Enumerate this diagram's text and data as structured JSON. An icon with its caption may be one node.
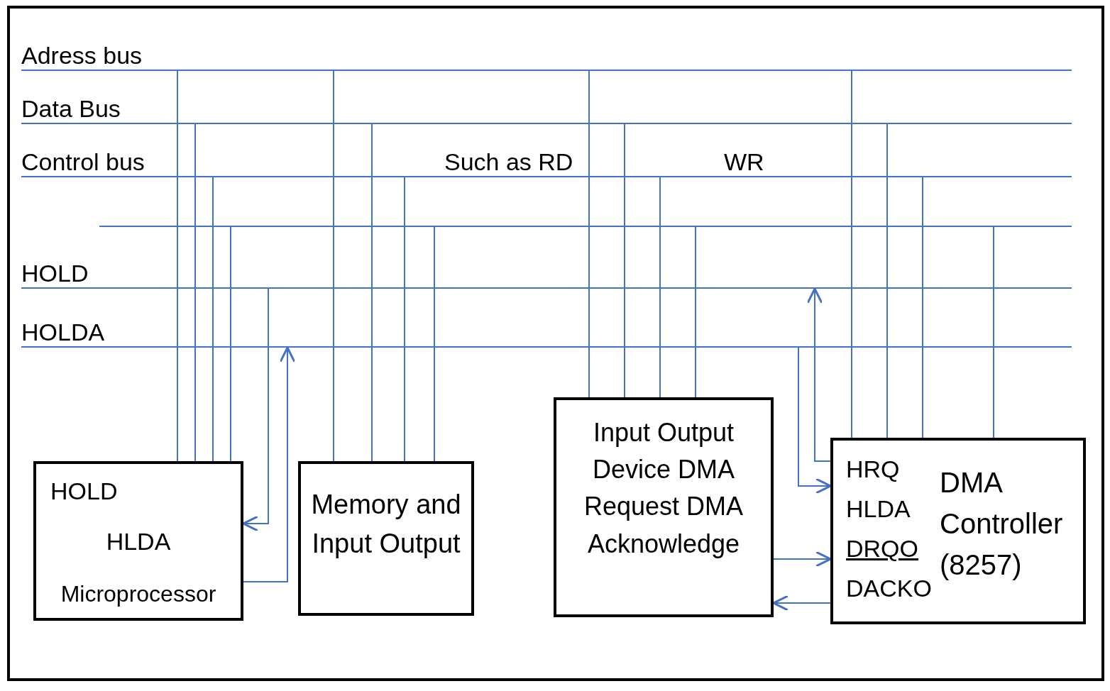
{
  "diagram": {
    "nodes": [
      {
        "text": [],
        "shape": "bar",
        "beside": [
          "Adress bus"
        ]
      },
      {
        "text": [],
        "shape": "bar",
        "beside": [
          "Data Bus"
        ]
      },
      {
        "text": [],
        "shape": "bar",
        "beside": [
          "Control bus",
          "Such as RD",
          "WR"
        ]
      },
      {
        "text": [],
        "shape": "bar"
      },
      {
        "text": [],
        "shape": "bar",
        "beside": [
          "HOLD"
        ]
      },
      {
        "text": [],
        "shape": "bar",
        "beside": [
          "HOLDA"
        ]
      },
      {
        "text": [
          "HOLD",
          "HLDA",
          "Microprocessor"
        ]
      },
      {
        "text": [
          "Memory and Input Output"
        ]
      },
      {
        "text": [
          "Input Output Device DMA Request DMA Acknowledge"
        ]
      },
      {
        "text": [
          "HRQ",
          "HLDA",
          "DRQO",
          "DACKO",
          "DMA Controller (8257)"
        ]
      }
    ],
    "edges": [
      {
        "from": 0,
        "to": 6,
        "arrow": "none"
      },
      {
        "from": 1,
        "to": 6,
        "arrow": "none"
      },
      {
        "from": 2,
        "to": 6,
        "arrow": "none"
      },
      {
        "from": 3,
        "to": 6,
        "arrow": "none"
      },
      {
        "from": 4,
        "to": 6,
        "arrow": "to"
      },
      {
        "from": 6,
        "to": 5,
        "arrow": "to"
      },
      {
        "from": 0,
        "to": 7,
        "arrow": "none"
      },
      {
        "from": 1,
        "to": 7,
        "arrow": "none"
      },
      {
        "from": 2,
        "to": 7,
        "arrow": "none"
      },
      {
        "from": 3,
        "to": 7,
        "arrow": "none"
      },
      {
        "from": 0,
        "to": 8,
        "arrow": "none"
      },
      {
        "from": 1,
        "to": 8,
        "arrow": "none"
      },
      {
        "from": 2,
        "to": 8,
        "arrow": "none"
      },
      {
        "from": 3,
        "to": 8,
        "arrow": "none"
      },
      {
        "from": 0,
        "to": 9,
        "arrow": "none"
      },
      {
        "from": 1,
        "to": 9,
        "arrow": "none"
      },
      {
        "from": 2,
        "to": 9,
        "arrow": "none"
      },
      {
        "from": 3,
        "to": 9,
        "arrow": "none"
      },
      {
        "from": 9,
        "to": 4,
        "arrow": "to"
      },
      {
        "from": 5,
        "to": 9,
        "arrow": "to"
      },
      {
        "from": 8,
        "to": 9,
        "arrow": "to"
      },
      {
        "from": 9,
        "to": 8,
        "arrow": "to"
      }
    ]
  }
}
